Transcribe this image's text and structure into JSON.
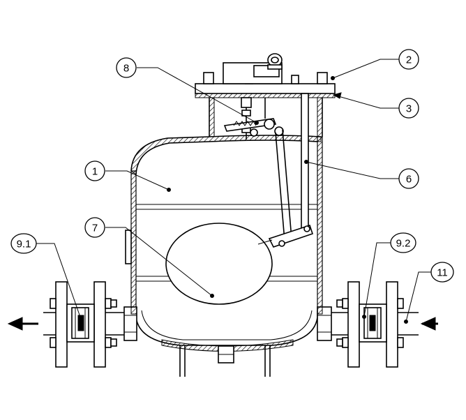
{
  "callouts": {
    "c1": "1",
    "c2": "2",
    "c3": "3",
    "c6": "6",
    "c7": "7",
    "c8": "8",
    "c9_1": "9.1",
    "c9_2": "9.2",
    "c11": "11"
  },
  "colors": {
    "line": "#000000",
    "background": "#ffffff"
  }
}
